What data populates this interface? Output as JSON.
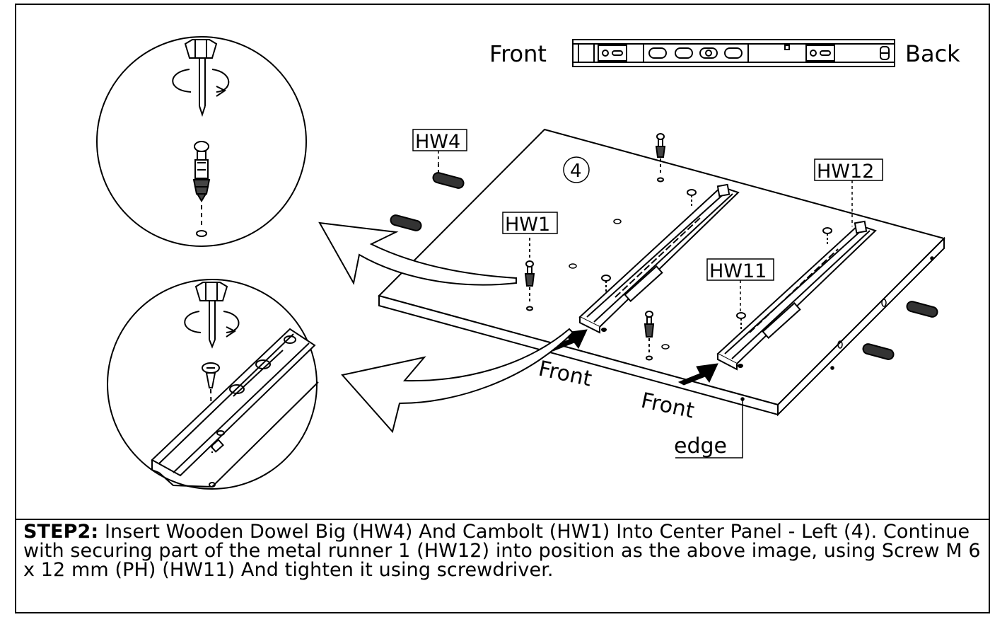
{
  "labels": {
    "front_top": "Front",
    "back_top": "Back",
    "hw4": "HW4",
    "hw1": "HW1",
    "hw12": "HW12",
    "hw11": "HW11",
    "panel_number": "4",
    "front_1": "Front",
    "front_2": "Front",
    "edge": "edge"
  },
  "caption": {
    "step": "STEP2:",
    "text": " Insert Wooden Dowel Big (HW4) And Cambolt (HW1) Into Center Panel - Left (4). Continue with securing part of the metal runner 1 (HW12) into position as the above image, using Screw M 6 x 12 mm (PH) (HW11) And tighten it using screwdriver."
  }
}
